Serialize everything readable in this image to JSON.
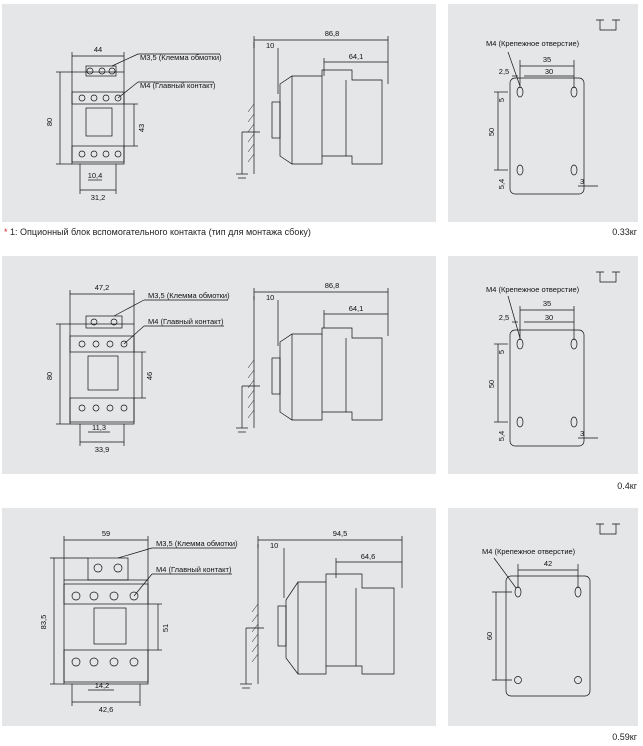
{
  "rows": [
    {
      "front": {
        "width": "44",
        "height": "80",
        "inner_height": "43",
        "terminal_pitch": "10,4",
        "base_width": "31,2"
      },
      "side": {
        "gap": "10",
        "depth": "86,8",
        "body_depth": "64,1"
      },
      "mount": {
        "hole_label": "M4 (Крепежное отверстие)",
        "outer": "35",
        "inner": "30",
        "offset": "2,5",
        "top_gap": "5",
        "height": "50",
        "bottom_gap": "5,4",
        "right_gap": "3"
      },
      "note": {
        "marker": "*",
        "text": "1: Опционный блок вспомогательного контакта (тип для монтажа сбоку)"
      },
      "weight": "0.33кг"
    },
    {
      "front": {
        "width": "47,2",
        "height": "80",
        "inner_height": "46",
        "terminal_pitch": "11,3",
        "base_width": "33,9"
      },
      "side": {
        "gap": "10",
        "depth": "86,8",
        "body_depth": "64,1"
      },
      "mount": {
        "hole_label": "M4 (Крепежное отверстие)",
        "outer": "35",
        "inner": "30",
        "offset": "2,5",
        "top_gap": "5",
        "height": "50",
        "bottom_gap": "5,4",
        "right_gap": "3"
      },
      "weight": "0.4кг"
    },
    {
      "front": {
        "width": "59",
        "height": "83,5",
        "inner_height": "51",
        "terminal_pitch": "14,2",
        "base_width": "42,6"
      },
      "side": {
        "gap": "10",
        "depth": "94,5",
        "body_depth": "64,6"
      },
      "mount": {
        "hole_label": "M4 (Крепежное отверстие)",
        "outer": "42",
        "height": "60"
      },
      "weight": "0.59кг"
    }
  ],
  "labels": {
    "coil_terminal": "M3,5 (Клемма обмотки)",
    "main_contact": "M4 (Главный контакт)"
  },
  "colors": {
    "panel": "#e4e6e8",
    "line": "#111111",
    "accent": "#d0232a"
  }
}
